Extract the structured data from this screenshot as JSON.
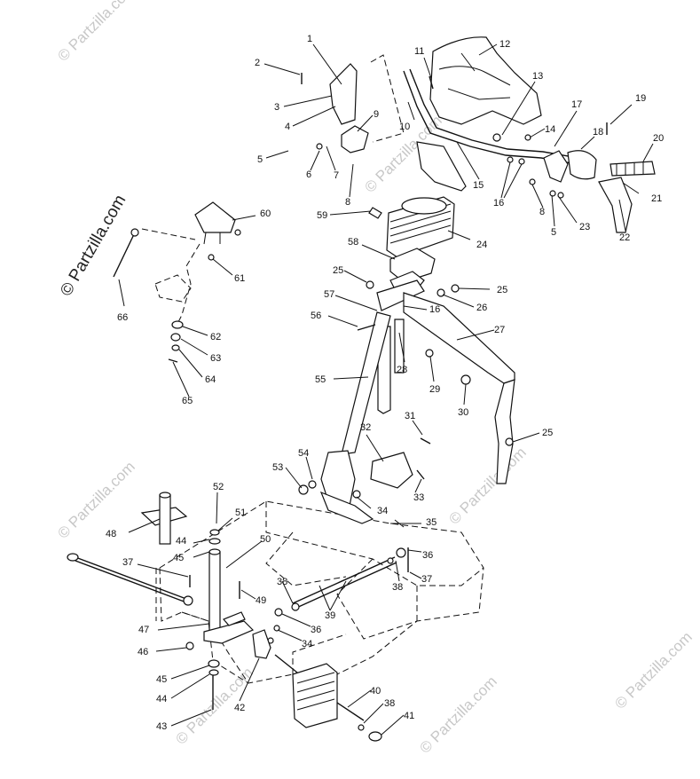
{
  "watermarks": {
    "main": "© Partzilla.com",
    "faded": "© Partzilla.com"
  },
  "callouts": [
    {
      "id": "c1",
      "text": "1"
    },
    {
      "id": "c2",
      "text": "2"
    },
    {
      "id": "c3",
      "text": "3"
    },
    {
      "id": "c4",
      "text": "4"
    },
    {
      "id": "c5a",
      "text": "5"
    },
    {
      "id": "c6",
      "text": "6"
    },
    {
      "id": "c7",
      "text": "7"
    },
    {
      "id": "c8a",
      "text": "8"
    },
    {
      "id": "c9",
      "text": "9"
    },
    {
      "id": "c10",
      "text": "10"
    },
    {
      "id": "c11",
      "text": "11"
    },
    {
      "id": "c12",
      "text": "12"
    },
    {
      "id": "c13",
      "text": "13"
    },
    {
      "id": "c14",
      "text": "14"
    },
    {
      "id": "c15",
      "text": "15"
    },
    {
      "id": "c16a",
      "text": "16"
    },
    {
      "id": "c17",
      "text": "17"
    },
    {
      "id": "c18",
      "text": "18"
    },
    {
      "id": "c19",
      "text": "19"
    },
    {
      "id": "c20",
      "text": "20"
    },
    {
      "id": "c21",
      "text": "21"
    },
    {
      "id": "c22",
      "text": "22"
    },
    {
      "id": "c23",
      "text": "23"
    },
    {
      "id": "c8b",
      "text": "8"
    },
    {
      "id": "c5b",
      "text": "5"
    },
    {
      "id": "c24",
      "text": "24"
    },
    {
      "id": "c59",
      "text": "59"
    },
    {
      "id": "c60",
      "text": "60"
    },
    {
      "id": "c61",
      "text": "61"
    },
    {
      "id": "c66",
      "text": "66"
    },
    {
      "id": "c62",
      "text": "62"
    },
    {
      "id": "c63",
      "text": "63"
    },
    {
      "id": "c64",
      "text": "64"
    },
    {
      "id": "c65",
      "text": "65"
    },
    {
      "id": "c58",
      "text": "58"
    },
    {
      "id": "c25a",
      "text": "25"
    },
    {
      "id": "c25b",
      "text": "25"
    },
    {
      "id": "c57",
      "text": "57"
    },
    {
      "id": "c16b",
      "text": "16"
    },
    {
      "id": "c26",
      "text": "26"
    },
    {
      "id": "c56",
      "text": "56"
    },
    {
      "id": "c27",
      "text": "27"
    },
    {
      "id": "c28",
      "text": "28"
    },
    {
      "id": "c29",
      "text": "29"
    },
    {
      "id": "c55",
      "text": "55"
    },
    {
      "id": "c30",
      "text": "30"
    },
    {
      "id": "c31",
      "text": "31"
    },
    {
      "id": "c25c",
      "text": "25"
    },
    {
      "id": "c32",
      "text": "32"
    },
    {
      "id": "c53",
      "text": "53"
    },
    {
      "id": "c54",
      "text": "54"
    },
    {
      "id": "c33",
      "text": "33"
    },
    {
      "id": "c52",
      "text": "52"
    },
    {
      "id": "c34a",
      "text": "34"
    },
    {
      "id": "c35",
      "text": "35"
    },
    {
      "id": "c51",
      "text": "51"
    },
    {
      "id": "c48",
      "text": "48"
    },
    {
      "id": "c44a",
      "text": "44"
    },
    {
      "id": "c50",
      "text": "50"
    },
    {
      "id": "c36a",
      "text": "36"
    },
    {
      "id": "c45a",
      "text": "45"
    },
    {
      "id": "c37a",
      "text": "37"
    },
    {
      "id": "c38a",
      "text": "38"
    },
    {
      "id": "c37b",
      "text": "37"
    },
    {
      "id": "c49",
      "text": "49"
    },
    {
      "id": "c38b",
      "text": "38"
    },
    {
      "id": "c39",
      "text": "39"
    },
    {
      "id": "c47",
      "text": "47"
    },
    {
      "id": "c36b",
      "text": "36"
    },
    {
      "id": "c34b",
      "text": "34"
    },
    {
      "id": "c46",
      "text": "46"
    },
    {
      "id": "c45b",
      "text": "45"
    },
    {
      "id": "c44b",
      "text": "44"
    },
    {
      "id": "c42",
      "text": "42"
    },
    {
      "id": "c43",
      "text": "43"
    },
    {
      "id": "c40",
      "text": "40"
    },
    {
      "id": "c38c",
      "text": "38"
    },
    {
      "id": "c41",
      "text": "41"
    }
  ]
}
